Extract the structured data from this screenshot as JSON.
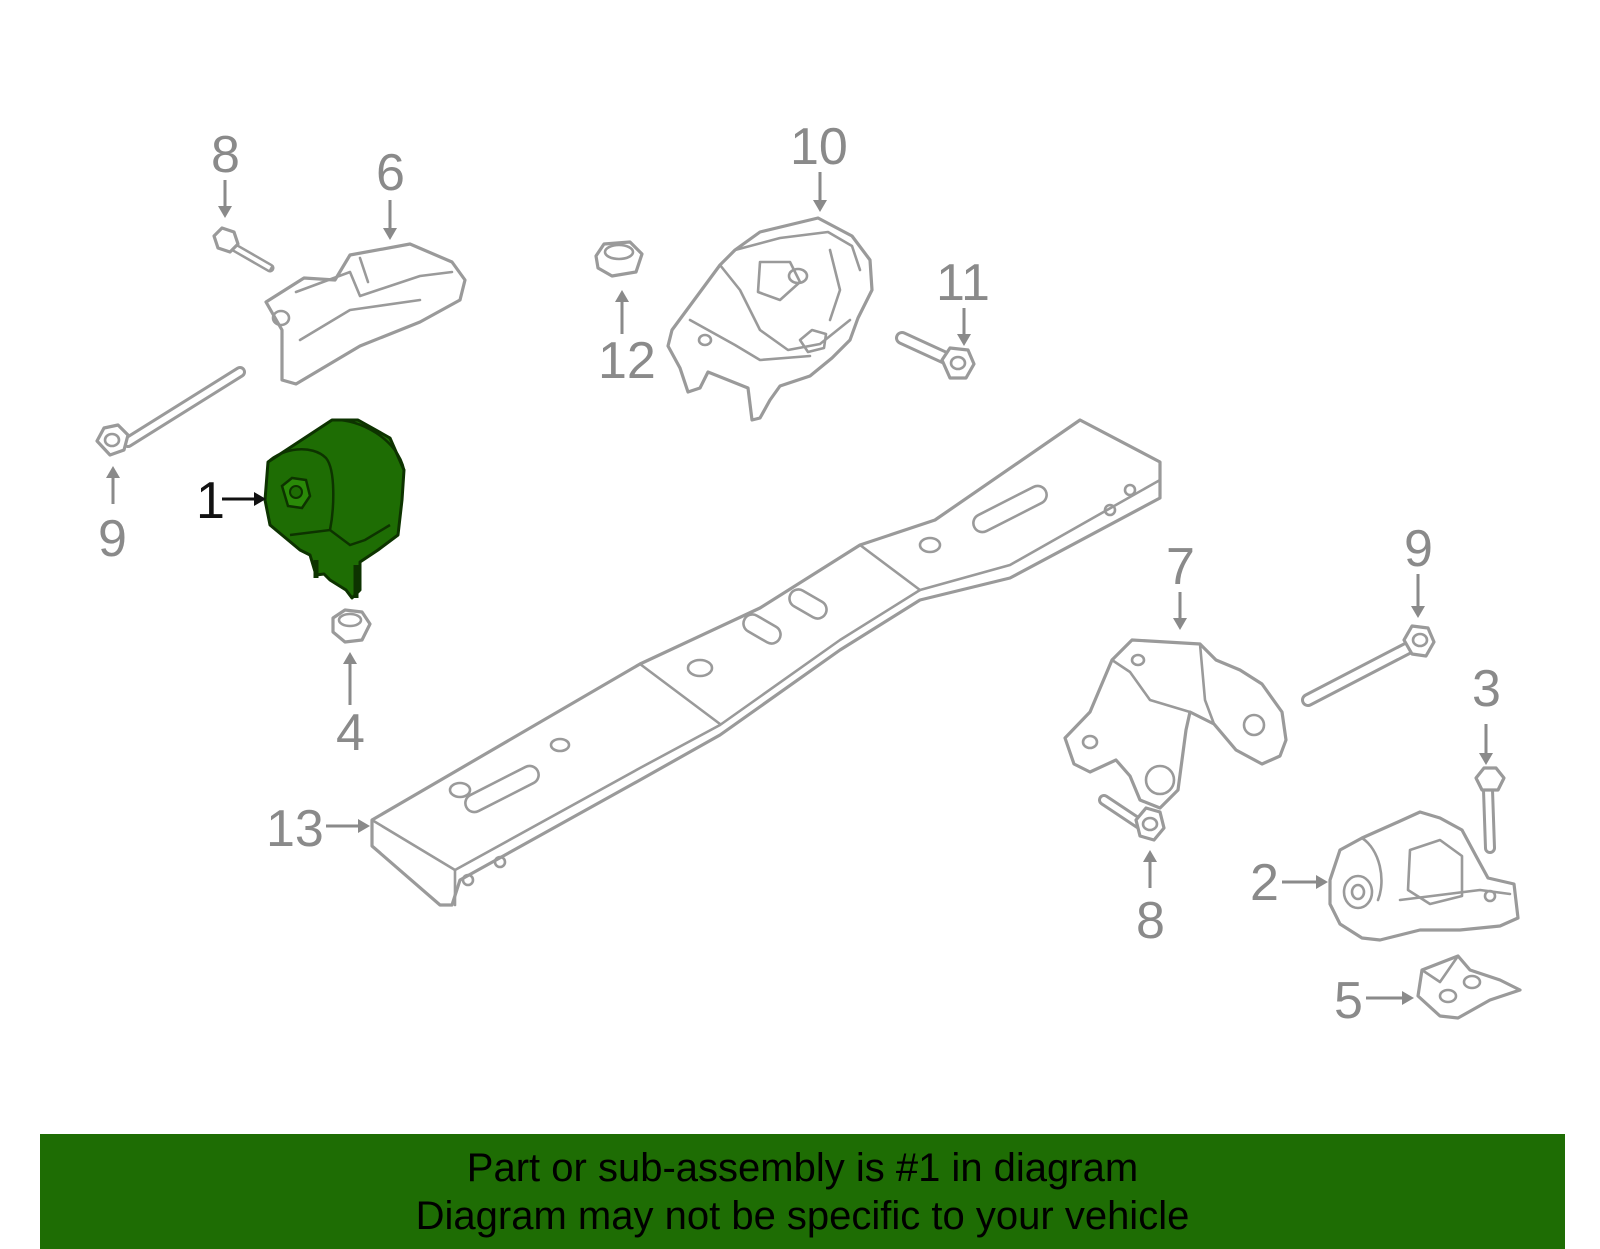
{
  "callouts": {
    "c1": "1",
    "c2": "2",
    "c3": "3",
    "c4": "4",
    "c5": "5",
    "c6": "6",
    "c7": "7",
    "c8a": "8",
    "c8b": "8",
    "c9a": "9",
    "c9b": "9",
    "c10": "10",
    "c11": "11",
    "c12": "12",
    "c13": "13"
  },
  "highlight": {
    "part": "1",
    "color": "#1e6d04"
  },
  "banner": {
    "line1": "Part or sub-assembly is #1 in diagram",
    "line2": "Diagram may not be specific to your vehicle"
  }
}
